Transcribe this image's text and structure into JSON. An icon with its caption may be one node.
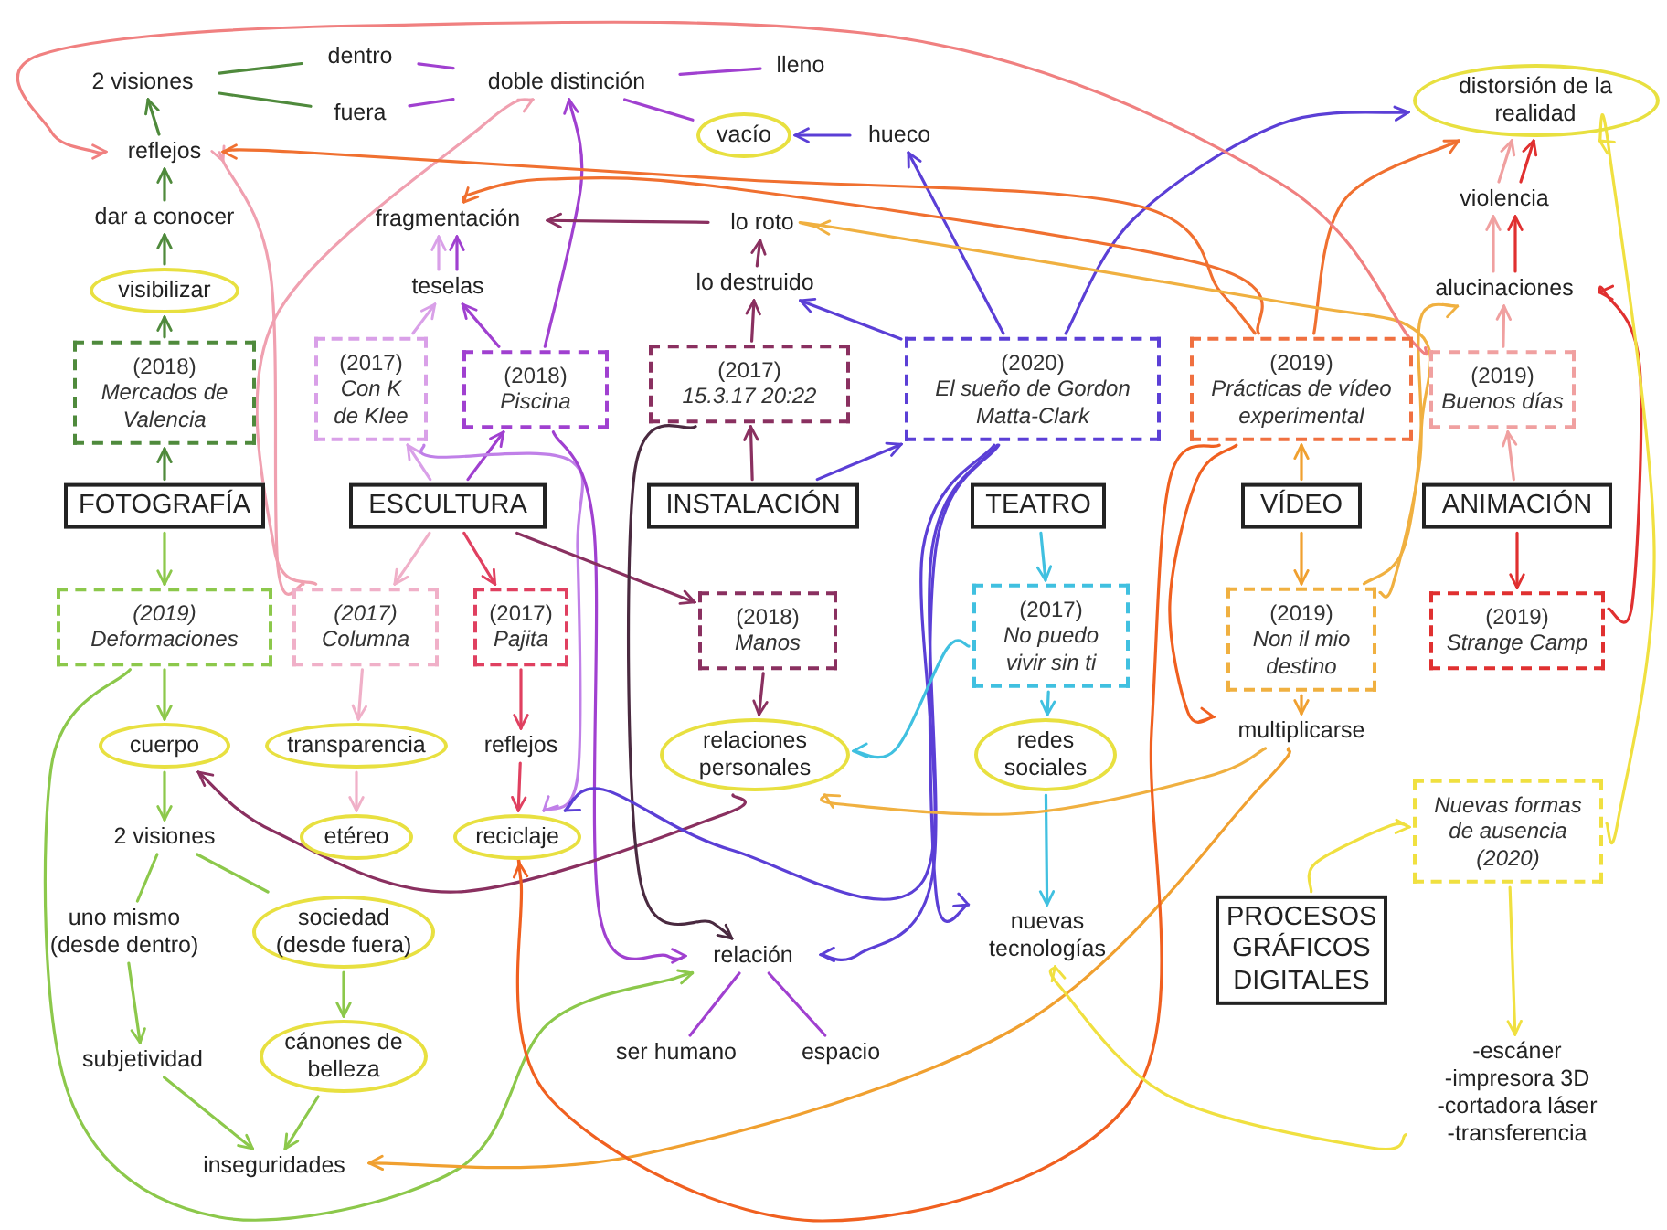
{
  "diagram": {
    "nodes": [
      {
        "text": [
          "2 visiones"
        ]
      },
      {
        "text": [
          "dentro"
        ]
      },
      {
        "text": [
          "fuera"
        ]
      },
      {
        "text": [
          "doble distinción"
        ]
      },
      {
        "text": [
          "lleno"
        ]
      },
      {
        "text": [
          "vacío"
        ]
      },
      {
        "text": [
          "hueco"
        ]
      },
      {
        "text": [
          "distorsión de la realidad"
        ]
      },
      {
        "text": [
          "reflejos"
        ]
      },
      {
        "text": [
          "dar a conocer"
        ]
      },
      {
        "text": [
          "fragmentación"
        ]
      },
      {
        "text": [
          "lo roto"
        ]
      },
      {
        "text": [
          "violencia"
        ]
      },
      {
        "text": [
          "visibilizar"
        ]
      },
      {
        "text": [
          "teselas"
        ]
      },
      {
        "text": [
          "lo destruido"
        ]
      },
      {
        "text": [
          "alucinaciones"
        ]
      },
      {
        "text": [
          "(2018)",
          "Mercados de Valencia"
        ]
      },
      {
        "text": [
          "(2017)",
          "Con K de Klee"
        ]
      },
      {
        "text": [
          "(2018)",
          "Piscina"
        ]
      },
      {
        "text": [
          "(2017)",
          "15.3.17 20:22"
        ]
      },
      {
        "text": [
          "(2020)",
          "El sueño de Gordon Matta-Clark"
        ]
      },
      {
        "text": [
          "(2019)",
          "Prácticas de vídeo experimental"
        ]
      },
      {
        "text": [
          "(2019)",
          "Buenos días"
        ]
      },
      {
        "text": [
          "FOTOGRAFÍA"
        ]
      },
      {
        "text": [
          "ESCULTURA"
        ]
      },
      {
        "text": [
          "INSTALACIÓN"
        ]
      },
      {
        "text": [
          "TEATRO"
        ]
      },
      {
        "text": [
          "VÍDEO"
        ]
      },
      {
        "text": [
          "ANIMACIÓN"
        ]
      },
      {
        "text": [
          "(2019)",
          "Deformaciones"
        ]
      },
      {
        "text": [
          "(2017)",
          "Columna"
        ]
      },
      {
        "text": [
          "(2017)",
          "Pajita"
        ]
      },
      {
        "text": [
          "(2018)",
          "Manos"
        ]
      },
      {
        "text": [
          "(2017)",
          "No puedo vivir sin ti"
        ]
      },
      {
        "text": [
          "(2019)",
          "Non il mio destino"
        ]
      },
      {
        "text": [
          "(2019)",
          "Strange Camp"
        ]
      },
      {
        "text": [
          "cuerpo"
        ]
      },
      {
        "text": [
          "transparencia"
        ]
      },
      {
        "text": [
          "reflejos"
        ]
      },
      {
        "text": [
          "relaciones personales"
        ]
      },
      {
        "text": [
          "redes sociales"
        ]
      },
      {
        "text": [
          "multiplicarse"
        ]
      },
      {
        "text": [
          "2 visiones"
        ]
      },
      {
        "text": [
          "etéreo"
        ]
      },
      {
        "text": [
          "reciclaje"
        ]
      },
      {
        "text": [
          "Nuevas formas de ausencia",
          "(2020)"
        ]
      },
      {
        "text": [
          "uno mismo (desde dentro)"
        ]
      },
      {
        "text": [
          "sociedad (desde fuera)"
        ]
      },
      {
        "text": [
          "relación"
        ]
      },
      {
        "text": [
          "nuevas tecnologías"
        ]
      },
      {
        "text": [
          "PROCESOS GRÁFICOS DIGITALES"
        ]
      },
      {
        "text": [
          "subjetividad"
        ]
      },
      {
        "text": [
          "cánones de belleza"
        ]
      },
      {
        "text": [
          "ser humano"
        ]
      },
      {
        "text": [
          "espacio"
        ]
      },
      {
        "text": [
          "-escáner",
          "-impresora 3D",
          "-cortadora láser",
          "-transferencia"
        ]
      },
      {
        "text": [
          "inseguridades"
        ]
      }
    ],
    "edges": [
      {
        "from": 0,
        "to": 1,
        "arrow": "none",
        "color": "#4f8a3c"
      },
      {
        "from": 0,
        "to": 2,
        "arrow": "none",
        "color": "#4f8a3c"
      },
      {
        "from": 1,
        "to": 3,
        "arrow": "none",
        "color": "#a040d0"
      },
      {
        "from": 2,
        "to": 3,
        "arrow": "none",
        "color": "#a040d0"
      },
      {
        "from": 3,
        "to": 4,
        "arrow": "none",
        "color": "#a040d0"
      },
      {
        "from": 3,
        "to": 5,
        "arrow": "none",
        "color": "#a040d0"
      },
      {
        "from": 6,
        "to": 5,
        "arrow": "to",
        "color": "#5b3fd6"
      },
      {
        "from": 8,
        "to": 0,
        "arrow": "to",
        "color": "#4f8a3c"
      },
      {
        "from": 9,
        "to": 8,
        "arrow": "to",
        "color": "#4f8a3c"
      },
      {
        "from": 13,
        "to": 9,
        "arrow": "to",
        "color": "#4f8a3c"
      },
      {
        "from": 17,
        "to": 13,
        "arrow": "to",
        "color": "#4f8a3c"
      },
      {
        "from": 24,
        "to": 17,
        "arrow": "to",
        "color": "#4f8a3c"
      },
      {
        "from": 24,
        "to": 30,
        "arrow": "to",
        "color": "#8cc84b"
      },
      {
        "from": 30,
        "to": 37,
        "arrow": "to",
        "color": "#8cc84b"
      },
      {
        "from": 37,
        "to": 43,
        "arrow": "to",
        "color": "#8cc84b"
      },
      {
        "from": 43,
        "to": 47,
        "arrow": "none",
        "color": "#8cc84b"
      },
      {
        "from": 43,
        "to": 48,
        "arrow": "none",
        "color": "#8cc84b"
      },
      {
        "from": 47,
        "to": 52,
        "arrow": "to",
        "color": "#8cc84b"
      },
      {
        "from": 48,
        "to": 53,
        "arrow": "to",
        "color": "#8cc84b"
      },
      {
        "from": 52,
        "to": 57,
        "arrow": "to",
        "color": "#8cc84b"
      },
      {
        "from": 53,
        "to": 57,
        "arrow": "to",
        "color": "#8cc84b"
      },
      {
        "from": 30,
        "to": 49,
        "arrow": "to",
        "color": "#8cc84b"
      },
      {
        "from": 25,
        "to": 18,
        "arrow": "to",
        "color": "#d9a0e8"
      },
      {
        "from": 25,
        "to": 19,
        "arrow": "to",
        "color": "#a040d0"
      },
      {
        "from": 18,
        "to": 14,
        "arrow": "to",
        "color": "#d9a0e8"
      },
      {
        "from": 19,
        "to": 14,
        "arrow": "to",
        "color": "#a040d0"
      },
      {
        "from": 14,
        "to": 10,
        "arrow": "to",
        "color": "#d9a0e8"
      },
      {
        "from": 14,
        "to": 10,
        "arrow": "to",
        "color": "#a040d0"
      },
      {
        "from": 25,
        "to": 31,
        "arrow": "to",
        "color": "#f0b0c8"
      },
      {
        "from": 25,
        "to": 32,
        "arrow": "to",
        "color": "#e04060"
      },
      {
        "from": 31,
        "to": 38,
        "arrow": "to",
        "color": "#f0b0c8"
      },
      {
        "from": 38,
        "to": 44,
        "arrow": "to",
        "color": "#f0b0c8"
      },
      {
        "from": 32,
        "to": 39,
        "arrow": "to",
        "color": "#e04060"
      },
      {
        "from": 39,
        "to": 45,
        "arrow": "to",
        "color": "#e04060"
      },
      {
        "from": 31,
        "to": 8,
        "arrow": "to",
        "color": "#f0a0b0"
      },
      {
        "from": 31,
        "to": 3,
        "arrow": "to",
        "color": "#f0a0b0"
      },
      {
        "from": 18,
        "to": 45,
        "arrow": "to",
        "color": "#c080e8"
      },
      {
        "from": 19,
        "to": 3,
        "arrow": "to",
        "color": "#a040d0"
      },
      {
        "from": 19,
        "to": 49,
        "arrow": "to",
        "color": "#a040d0"
      },
      {
        "from": 26,
        "to": 20,
        "arrow": "to",
        "color": "#8a3060"
      },
      {
        "from": 20,
        "to": 15,
        "arrow": "to",
        "color": "#8a3060"
      },
      {
        "from": 15,
        "to": 11,
        "arrow": "to",
        "color": "#8a3060"
      },
      {
        "from": 11,
        "to": 10,
        "arrow": "to",
        "color": "#8a3060"
      },
      {
        "from": 25,
        "to": 33,
        "arrow": "to",
        "color": "#8a3060"
      },
      {
        "from": 33,
        "to": 40,
        "arrow": "to",
        "color": "#8a3060"
      },
      {
        "from": 40,
        "to": 37,
        "arrow": "to",
        "color": "#8a3060"
      },
      {
        "from": 20,
        "to": 49,
        "arrow": "to",
        "color": "#4a2a40"
      },
      {
        "from": 26,
        "to": 21,
        "arrow": "to",
        "color": "#5b3fd6"
      },
      {
        "from": 21,
        "to": 15,
        "arrow": "to",
        "color": "#5b3fd6"
      },
      {
        "from": 21,
        "to": 6,
        "arrow": "to",
        "color": "#5b3fd6"
      },
      {
        "from": 21,
        "to": 7,
        "arrow": "to",
        "color": "#5b3fd6"
      },
      {
        "from": 21,
        "to": 49,
        "arrow": "to",
        "color": "#5b3fd6"
      },
      {
        "from": 21,
        "to": 50,
        "arrow": "to",
        "color": "#5b3fd6"
      },
      {
        "from": 21,
        "to": 45,
        "arrow": "to",
        "color": "#5b3fd6"
      },
      {
        "from": 27,
        "to": 34,
        "arrow": "to",
        "color": "#40c0e0"
      },
      {
        "from": 34,
        "to": 40,
        "arrow": "to",
        "color": "#40c0e0"
      },
      {
        "from": 34,
        "to": 41,
        "arrow": "to",
        "color": "#40c0e0"
      },
      {
        "from": 41,
        "to": 50,
        "arrow": "to",
        "color": "#40c0e0"
      },
      {
        "from": 28,
        "to": 22,
        "arrow": "to",
        "color": "#f0a030"
      },
      {
        "from": 28,
        "to": 35,
        "arrow": "to",
        "color": "#f0a030"
      },
      {
        "from": 35,
        "to": 42,
        "arrow": "to",
        "color": "#f0a030"
      },
      {
        "from": 22,
        "to": 7,
        "arrow": "to",
        "color": "#f07030"
      },
      {
        "from": 22,
        "to": 8,
        "arrow": "to",
        "color": "#f07030"
      },
      {
        "from": 22,
        "to": 10,
        "arrow": "to",
        "color": "#f07030"
      },
      {
        "from": 35,
        "to": 16,
        "arrow": "to",
        "color": "#f0b040"
      },
      {
        "from": 35,
        "to": 11,
        "arrow": "to",
        "color": "#f0b040"
      },
      {
        "from": 42,
        "to": 40,
        "arrow": "to",
        "color": "#f0b040"
      },
      {
        "from": 42,
        "to": 57,
        "arrow": "to",
        "color": "#f0a030"
      },
      {
        "from": 22,
        "to": 42,
        "arrow": "to",
        "color": "#f06020"
      },
      {
        "from": 22,
        "to": 45,
        "arrow": "to",
        "color": "#f06020"
      },
      {
        "from": 29,
        "to": 23,
        "arrow": "to",
        "color": "#f0a0a0"
      },
      {
        "from": 29,
        "to": 36,
        "arrow": "to",
        "color": "#e03030"
      },
      {
        "from": 23,
        "to": 16,
        "arrow": "to",
        "color": "#f0a0a0"
      },
      {
        "from": 16,
        "to": 12,
        "arrow": "to",
        "color": "#f0a0a0"
      },
      {
        "from": 16,
        "to": 12,
        "arrow": "to",
        "color": "#e03030"
      },
      {
        "from": 12,
        "to": 7,
        "arrow": "to",
        "color": "#f0a0a0"
      },
      {
        "from": 12,
        "to": 7,
        "arrow": "to",
        "color": "#e03030"
      },
      {
        "from": 36,
        "to": 16,
        "arrow": "to",
        "color": "#e03030"
      },
      {
        "from": 23,
        "to": 8,
        "arrow": "to",
        "color": "#f08080"
      },
      {
        "from": 51,
        "to": 46,
        "arrow": "to",
        "color": "#f0e040"
      },
      {
        "from": 46,
        "to": 56,
        "arrow": "to",
        "color": "#f0e040"
      },
      {
        "from": 46,
        "to": 7,
        "arrow": "to",
        "color": "#f0e040"
      },
      {
        "from": 56,
        "to": 50,
        "arrow": "to",
        "color": "#f0e040"
      },
      {
        "from": 49,
        "to": 54,
        "arrow": "none",
        "color": "#a040d0"
      },
      {
        "from": 49,
        "to": 55,
        "arrow": "none",
        "color": "#a040d0"
      }
    ]
  }
}
